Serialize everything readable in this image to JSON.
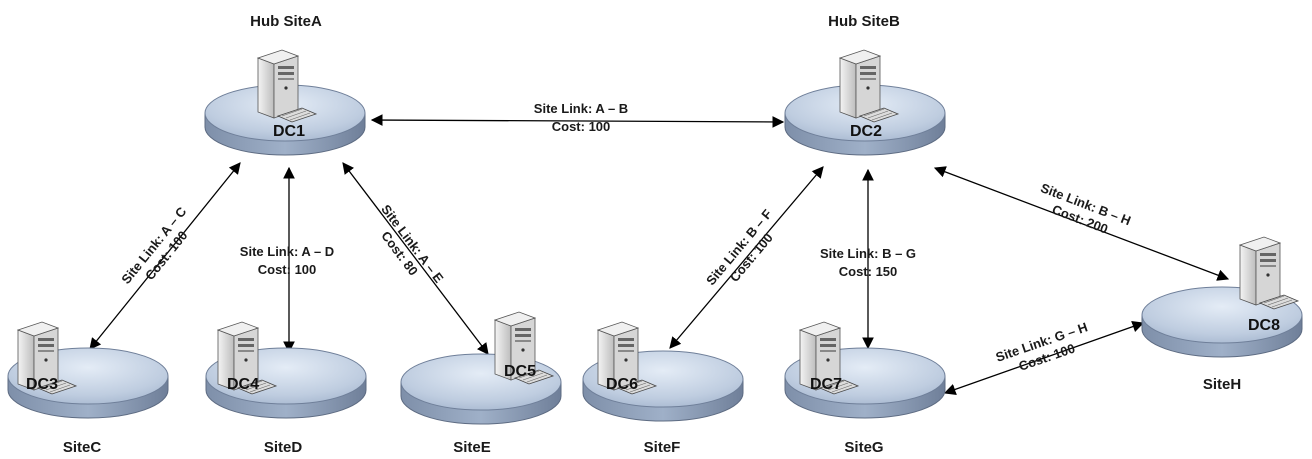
{
  "sites": {
    "hubA": {
      "site": "Hub SiteA",
      "dc": "DC1"
    },
    "hubB": {
      "site": "Hub SiteB",
      "dc": "DC2"
    },
    "siteC": {
      "site": "SiteC",
      "dc": "DC3"
    },
    "siteD": {
      "site": "SiteD",
      "dc": "DC4"
    },
    "siteE": {
      "site": "SiteE",
      "dc": "DC5"
    },
    "siteF": {
      "site": "SiteF",
      "dc": "DC6"
    },
    "siteG": {
      "site": "SiteG",
      "dc": "DC7"
    },
    "siteH": {
      "site": "SiteH",
      "dc": "DC8"
    }
  },
  "links": {
    "ab": {
      "name": "Site Link: A – B",
      "cost": "Cost: 100"
    },
    "ac": {
      "name": "Site Link: A – C",
      "cost": "Cost: 100"
    },
    "ad": {
      "name": "Site Link: A – D",
      "cost": "Cost: 100"
    },
    "ae": {
      "name": "Site Link: A – E",
      "cost": "Cost: 80"
    },
    "bf": {
      "name": "Site Link: B – F",
      "cost": "Cost: 100"
    },
    "bg": {
      "name": "Site Link: B – G",
      "cost": "Cost: 150"
    },
    "bh": {
      "name": "Site Link: B – H",
      "cost": "Cost: 200"
    },
    "gh": {
      "name": "Site Link: G – H",
      "cost": "Cost: 100"
    }
  },
  "colors": {
    "disk_top": "#c8d6e8",
    "disk_side": "#8a9bb5",
    "server_body": "#e6e6e6",
    "line": "#000000"
  }
}
